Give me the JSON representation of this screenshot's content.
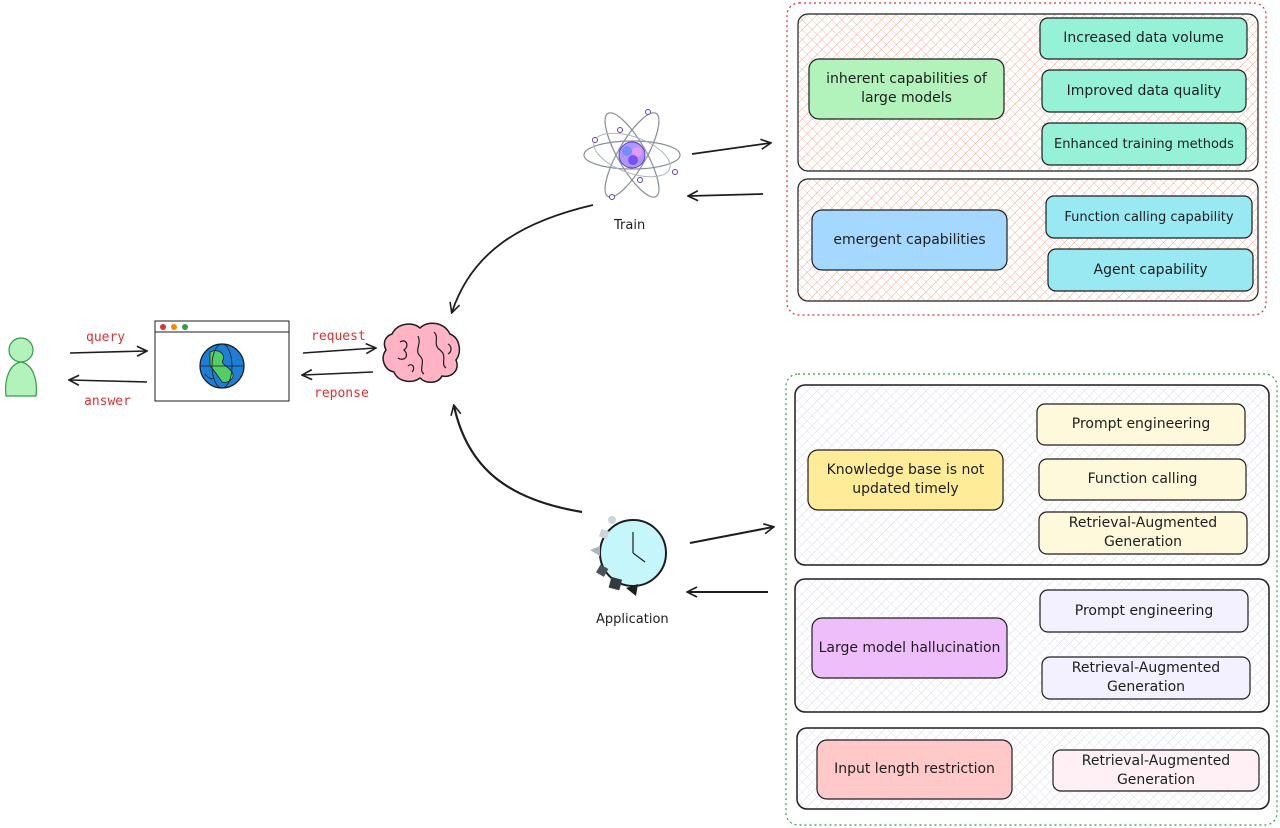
{
  "flow": {
    "query": "query",
    "answer": "answer",
    "request": "request",
    "response": "reponse"
  },
  "train": {
    "caption": "Train",
    "inherent": {
      "label": "inherent capabilities of\nlarge models",
      "items": [
        "Increased data volume",
        "Improved data quality",
        "Enhanced training methods"
      ]
    },
    "emergent": {
      "label": "emergent capabilities",
      "items": [
        "Function calling capability",
        "Agent capability"
      ]
    }
  },
  "application": {
    "caption": "Application",
    "knowledge": {
      "label": "Knowledge base is not\nupdated timely",
      "items": [
        "Prompt engineering",
        "Function calling",
        "Retrieval-Augmented\nGeneration"
      ]
    },
    "hallucination": {
      "label": "Large model hallucination",
      "items": [
        "Prompt engineering",
        "Retrieval-Augmented\nGeneration"
      ]
    },
    "input_length": {
      "label": "Input length restriction",
      "items": [
        "Retrieval-Augmented\nGeneration"
      ]
    }
  },
  "colors": {
    "red_dashed": "#e03131",
    "green_dashed": "#2f9e44",
    "hatch_red": "#f4a58a",
    "inherent_fill": "#b2f2bb",
    "emergent_fill": "#a5d8ff",
    "train_item_fill": "#96f2d7",
    "emergent_item_fill": "#99e9f2",
    "knowledge_fill": "#ffec99",
    "knowledge_item_fill": "#fff9db",
    "hallucination_fill": "#eebefa",
    "hallucination_item_fill": "#f3f0ff",
    "input_fill": "#ffc9c9",
    "input_item_fill": "#fff0f6"
  }
}
